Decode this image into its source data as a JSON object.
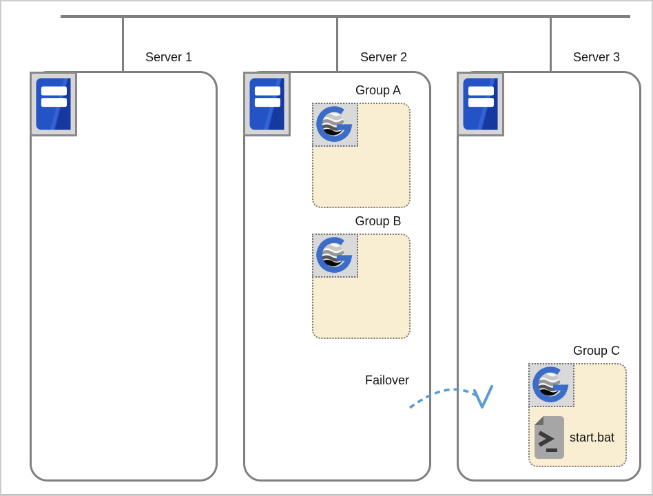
{
  "servers": [
    {
      "label": "Server 1"
    },
    {
      "label": "Server 2"
    },
    {
      "label": "Server 3"
    }
  ],
  "groups": [
    {
      "label": "Group A"
    },
    {
      "label": "Group B"
    },
    {
      "label": "Group C"
    }
  ],
  "failover": {
    "label": "Failover"
  },
  "file": {
    "label": "start.bat"
  },
  "icons": {
    "server": "server-tower-icon",
    "group": "globe-g-logo-icon",
    "file": "batch-terminal-file-icon",
    "failover": "dashed-curved-failover-arrow"
  },
  "colors": {
    "line_gray": "#7f7f7f",
    "group_fill": "#faeed2",
    "group_border_dotted": "#787878",
    "icon_bg_gray": "#d9d9d9",
    "server_blue": "#2453c6",
    "logo_blue": "#3b6cc7",
    "arrow_blue": "#5b9bd5",
    "text": "#141414"
  }
}
